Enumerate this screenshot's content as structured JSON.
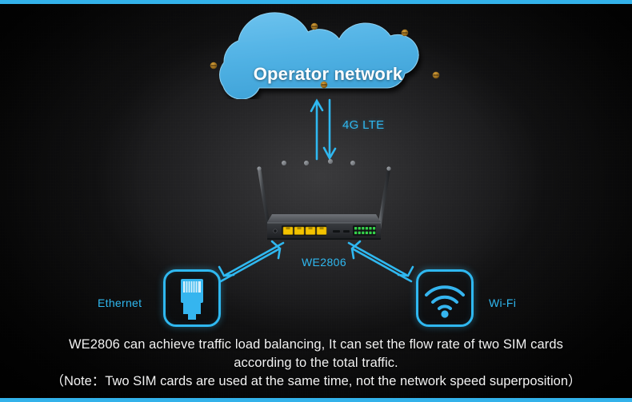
{
  "theme": {
    "accent_blue": "#33b2ea",
    "link_blue": "#2fb8f0",
    "cloud_blue": "#54b4e6",
    "cloud_blue_dark": "#3d9fd4",
    "background_black": "#000000",
    "port_yellow": "#f2c200",
    "led_green": "#35d24a",
    "text_white": "#f2f2f2"
  },
  "diagram": {
    "cloud": {
      "label": "Operator network",
      "icon": "cloud-shape",
      "screw_count": 5
    },
    "uplink": {
      "label": "4G LTE",
      "icon": "bidirectional-vertical-arrow-icon"
    },
    "router": {
      "model_label": "WE2806",
      "icon": "wifi-router-icon",
      "antenna_count": 6,
      "lan_port_count": 4,
      "led_columns": 6,
      "led_rows": 2
    },
    "endpoints": [
      {
        "id": "ethernet",
        "label": "Ethernet",
        "icon": "rj45-connector-icon",
        "link_icon": "bidirectional-arrow-icon"
      },
      {
        "id": "wifi",
        "label": "Wi-Fi",
        "icon": "wifi-signal-icon",
        "link_icon": "bidirectional-arrow-icon"
      }
    ]
  },
  "caption": {
    "line1": "WE2806 can achieve traffic load balancing, It can set the flow rate of two SIM cards",
    "line2": "according to the total traffic.",
    "line3": "（Note：Two SIM cards are used at the same time, not the network speed superposition）"
  }
}
